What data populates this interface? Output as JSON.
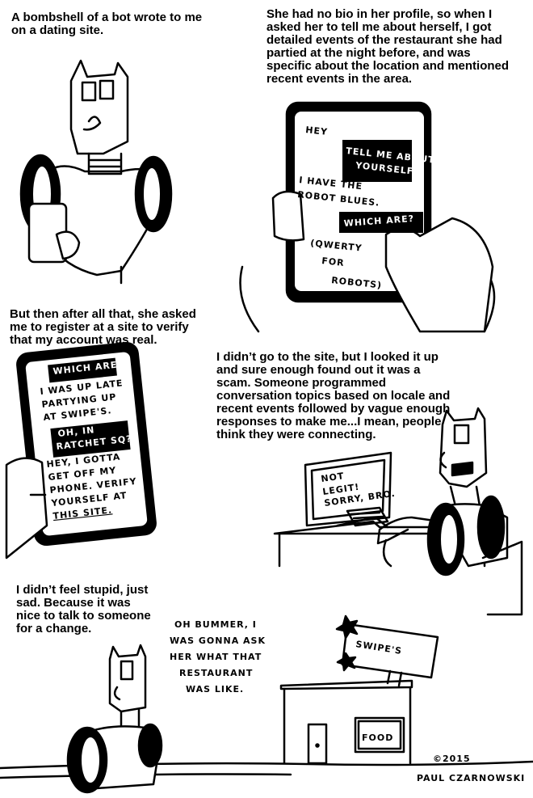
{
  "captions": {
    "p1": "A bombshell of a bot wrote to me on a dating site.",
    "p2": "She had no bio in her profile, so when I asked her to tell me about herself, I got detailed events of the restaurant she had partied at the night before, and was specific about the location and mentioned recent events in the area.",
    "p3": "But then after all that, she asked me to register at a site to verify that my account was real.",
    "p4": "I didn’t go to the site, but I looked it up and sure enough found out it was a scam. Someone programmed conversation topics based on locale and recent events followed by vague enough responses to make me...I mean, people think they were connecting.",
    "p5": "I didn’t feel stupid, just sad. Because it was nice to talk to someone for a change."
  },
  "chat1": {
    "l1": "HEY",
    "l2": "TELL ME ABOUT",
    "l3": "YOURSELF.",
    "l4": "I HAVE THE",
    "l5": "ROBOT BLUES.",
    "l6": "WHICH ARE?",
    "l7": "(QWERTY",
    "l8": "FOR",
    "l9": "ROBOTS)"
  },
  "chat2": {
    "l1": "WHICH ARE?",
    "l2": "I WAS UP LATE",
    "l3": "PARTYING UP",
    "l4": "AT SWIPE'S.",
    "l5": "OH, IN",
    "l6": "RATCHET SQ?",
    "l7": "HEY, I GOTTA",
    "l8": "GET OFF MY",
    "l9": "PHONE. VERIFY",
    "l10": "YOURSELF AT",
    "l11": "THIS SITE."
  },
  "screen": {
    "l1": "NOT",
    "l2": "LEGIT!",
    "l3": "SORRY, BRO."
  },
  "speech": {
    "l1": "OH BUMMER, I",
    "l2": "WAS GONNA ASK",
    "l3": "HER WHAT THAT",
    "l4": "RESTAURANT",
    "l5": "WAS LIKE."
  },
  "signs": {
    "restaurant": "SWIPE'S",
    "window": "FOOD"
  },
  "credit": {
    "year": "©2015",
    "artist": "PAUL CZARNOWSKI"
  }
}
